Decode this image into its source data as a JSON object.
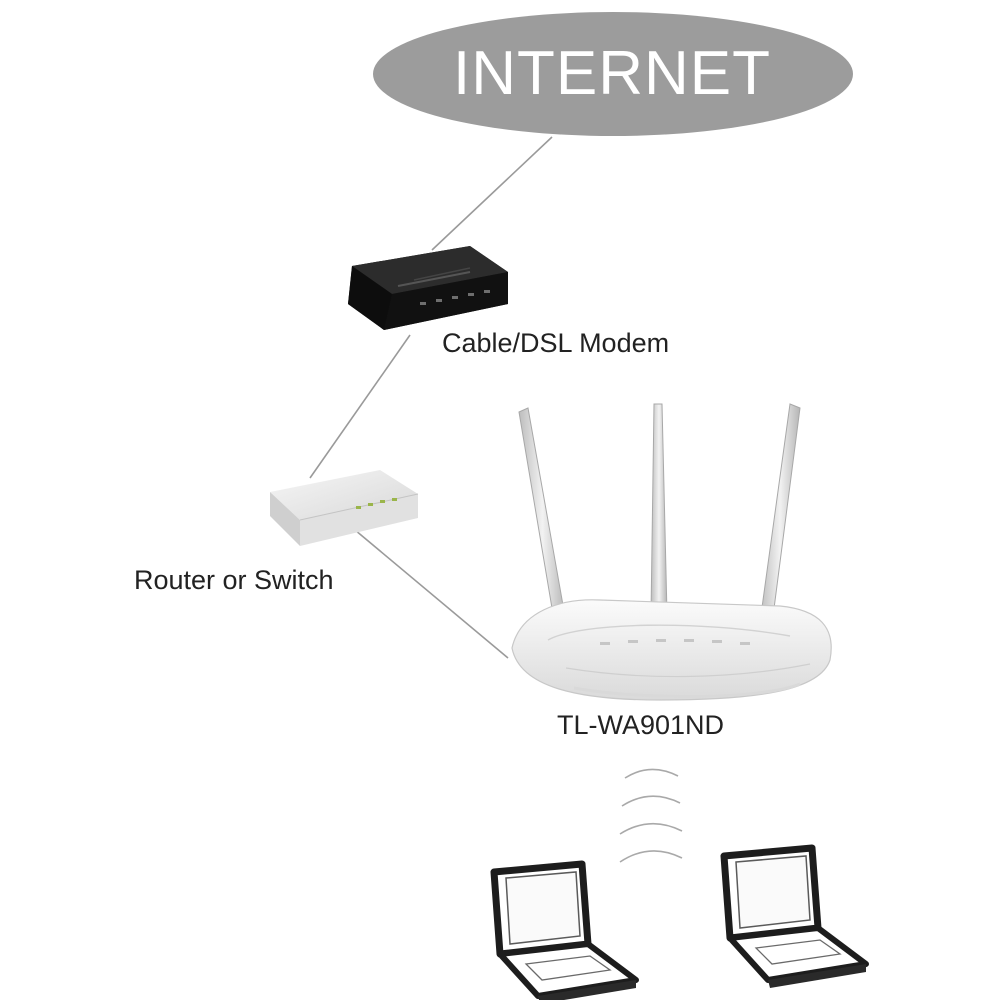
{
  "diagram": {
    "cloud": {
      "label": "INTERNET",
      "fill": "#9c9c9c"
    },
    "nodes": [
      {
        "id": "modem",
        "label": "Cable/DSL Modem",
        "icon": "modem-icon"
      },
      {
        "id": "router",
        "label": "Router or Switch",
        "icon": "switch-icon"
      },
      {
        "id": "access-point",
        "label": "TL-WA901ND",
        "icon": "access-point-icon"
      }
    ],
    "clients": [
      {
        "id": "laptop-1",
        "icon": "laptop-icon"
      },
      {
        "id": "laptop-2",
        "icon": "laptop-icon"
      }
    ],
    "links": [
      {
        "from": "cloud",
        "to": "modem",
        "kind": "wired"
      },
      {
        "from": "modem",
        "to": "router",
        "kind": "wired"
      },
      {
        "from": "router",
        "to": "access-point",
        "kind": "wired"
      },
      {
        "from": "access-point",
        "to": "clients",
        "kind": "wireless"
      }
    ],
    "colors": {
      "line": "#9a9a9a",
      "device_dark": "#1c1c1c",
      "device_light": "#eeeeee"
    }
  }
}
